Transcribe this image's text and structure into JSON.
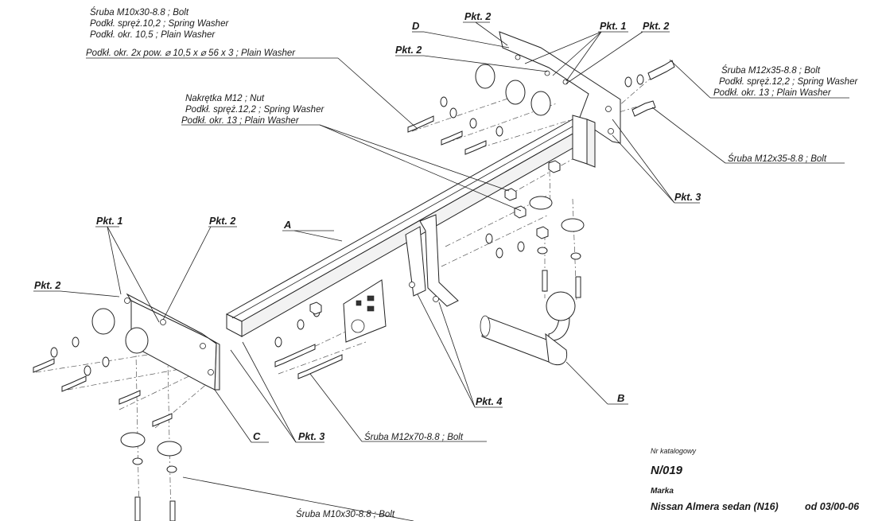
{
  "callouts": {
    "top_left": {
      "line1": "Śruba M10x30-8.8 ;  Bolt",
      "line2": "Podkł. spręż.10,2 ; Spring Washer",
      "line3": "Podkł. okr. 10,5 ; Plain Washer",
      "line4": "Podkł. okr. 2x pow. ⌀ 10,5 x ⌀ 56 x 3 ; Plain Washer"
    },
    "nut_group": {
      "line1": "Nakrętka  M12 ; Nut",
      "line2": "Podkł. spręż.12,2 ; Spring Washer",
      "line3": "Podkł. okr. 13 ; Plain Washer"
    },
    "top_right": {
      "line1": "Śruba M12x35-8.8 ;  Bolt",
      "line2": "Podkł. spręż.12,2 ; Spring Washer",
      "line3": "Podkł. okr. 13 ; Plain Washer"
    },
    "right_bolt": "Śruba M12x35-8.8 ;  Bolt",
    "center_bolt": "Śruba M12x70-8.8 ;  Bolt",
    "bottom_bolt": "Śruba M10x30-8.8 ;  Bolt"
  },
  "points": {
    "pkt1": "Pkt. 1",
    "pkt2": "Pkt. 2",
    "pkt3": "Pkt. 3",
    "pkt4": "Pkt. 4"
  },
  "letters": {
    "a": "A",
    "b": "B",
    "c": "C",
    "d": "D"
  },
  "title_block": {
    "catalog_label": "Nr katalogowy",
    "catalog_number": "N/019",
    "brand_label": "Marka",
    "model": "Nissan Almera sedan (N16)",
    "date": "od 03/00-06"
  }
}
